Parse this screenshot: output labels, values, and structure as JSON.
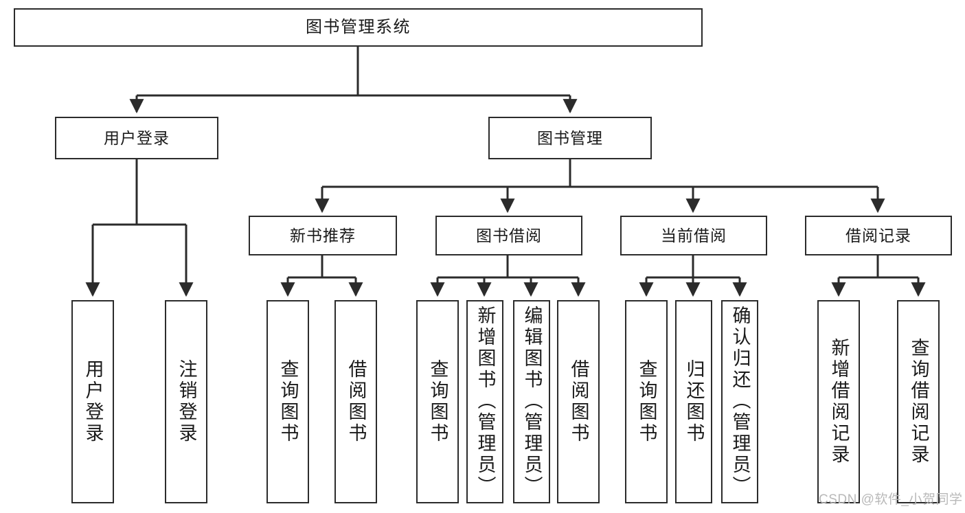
{
  "diagram": {
    "title": "图书管理系统",
    "type": "tree-hierarchy-chart",
    "orientation": "top-down",
    "colors": {
      "box_border": "#2b2b2b",
      "box_fill": "#ffffff",
      "connector": "#2b2b2b",
      "text": "#1a1a1a",
      "watermark": "#b9b9b9"
    },
    "root": {
      "label": "图书管理系统"
    },
    "level2": [
      {
        "label": "用户登录"
      },
      {
        "label": "图书管理"
      }
    ],
    "level3": [
      {
        "label": "新书推荐"
      },
      {
        "label": "图书借阅"
      },
      {
        "label": "当前借阅"
      },
      {
        "label": "借阅记录"
      }
    ],
    "leaves": {
      "user_login": [
        {
          "label": "用户登录"
        },
        {
          "label": "注销登录"
        }
      ],
      "new_book_recommend": [
        {
          "label": "查询图书"
        },
        {
          "label": "借阅图书"
        }
      ],
      "book_borrow": [
        {
          "label": "查询图书"
        },
        {
          "label": "新增图书（管理员）"
        },
        {
          "label": "编辑图书（管理员）"
        },
        {
          "label": "借阅图书"
        }
      ],
      "current_borrow": [
        {
          "label": "查询图书"
        },
        {
          "label": "归还图书"
        },
        {
          "label": "确认归还（管理员）"
        }
      ],
      "borrow_records": [
        {
          "label": "新增借阅记录"
        },
        {
          "label": "查询借阅记录"
        }
      ]
    },
    "watermark": "CSDN @软件_小贺同学"
  }
}
